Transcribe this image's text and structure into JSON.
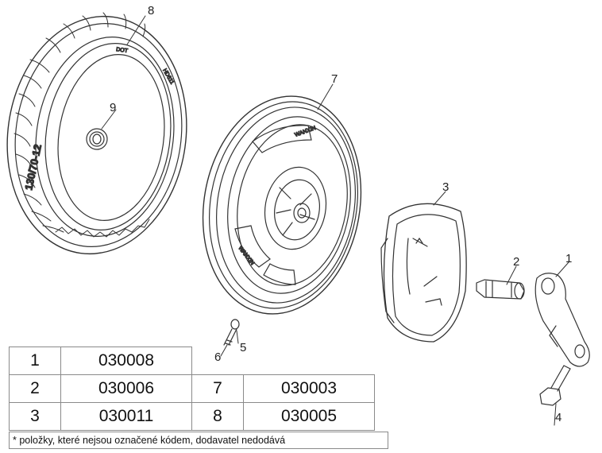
{
  "labels": {
    "l1": "1",
    "l2": "2",
    "l3": "3",
    "l4": "4",
    "l5": "5",
    "l6": "6",
    "l7": "7",
    "l8": "8",
    "l9": "9"
  },
  "tire_text": {
    "size": "130/70-12",
    "model": "HD611",
    "brand": "DOT"
  },
  "rim_text": {
    "top": "WANXIN",
    "bottom": "WANXIN"
  },
  "parts_table": {
    "rows": [
      {
        "num": "1",
        "code": "030008",
        "num2": "",
        "code2": ""
      },
      {
        "num": "2",
        "code": "030006",
        "num2": "7",
        "code2": "030003"
      },
      {
        "num": "3",
        "code": "030011",
        "num2": "8",
        "code2": "030005"
      }
    ]
  },
  "note": "* položky, které nejsou označené kódem, dodavatel nedodává"
}
